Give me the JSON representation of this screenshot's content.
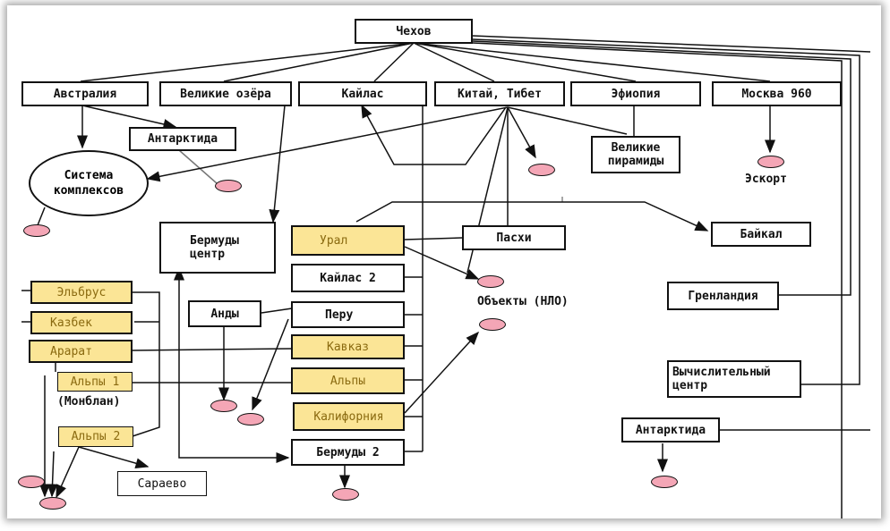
{
  "nodes": {
    "chekhov": "Чехов",
    "australia": "Австралия",
    "great_lakes": "Великие озёра",
    "kailas": "Кайлас",
    "china_tibet": "Китай, Тибет",
    "ethiopia": "Эфиопия",
    "moscow_960": "Москва 960",
    "antarctida_top": "Антарктида",
    "system_complexes_1": "Система",
    "system_complexes_2": "комплексов",
    "great_pyramids_1": "Великие",
    "great_pyramids_2": "пирамиды",
    "escort": "Эскорт",
    "bermuda_center_1": "Бермуды",
    "bermuda_center_2": "центр",
    "ural": "Урал",
    "paskhi": "Пасхи",
    "baikal": "Байкал",
    "kailas_2": "Кайлас 2",
    "ufo_objects": "Объекты (НЛО)",
    "greenland": "Гренландия",
    "elbrus": "Эльбрус",
    "kazbek": "Казбек",
    "ararat": "Арарат",
    "andy": "Анды",
    "peru": "Перу",
    "kavkaz": "Кавказ",
    "alps_1": "Альпы 1",
    "montblanc": "(Монблан)",
    "alps": "Альпы",
    "computing_center_1": "Вычислительный",
    "computing_center_2": "центр",
    "california": "Калифорния",
    "alps_2": "Альпы 2",
    "antarctida_bottom": "Антарктида",
    "bermuda_2": "Бермуды 2",
    "sarajevo": "Сараево"
  },
  "colors": {
    "highlight_fill": "#fbe596",
    "highlight_text": "#8a6a10",
    "marker_fill": "#f4a6b6",
    "line": "#111111"
  }
}
